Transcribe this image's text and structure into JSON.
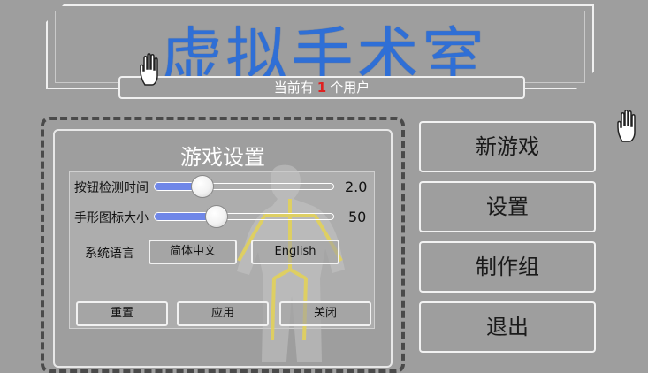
{
  "header": {
    "title": "虚拟手术室",
    "user_count_prefix": "当前有",
    "user_count": "1",
    "user_count_suffix": "个用户"
  },
  "settings": {
    "title": "游戏设置",
    "button_detect_time": {
      "label": "按钮检测时间",
      "value": "2.0",
      "fraction": 0.27
    },
    "hand_icon_size": {
      "label": "手形图标大小",
      "value": "50",
      "fraction": 0.36
    },
    "language": {
      "label": "系统语言",
      "options": [
        "简体中文",
        "English"
      ]
    },
    "actions": {
      "reset": "重置",
      "apply": "应用",
      "close": "关闭"
    }
  },
  "menu": {
    "items": [
      "新游戏",
      "设置",
      "制作组",
      "退出"
    ]
  },
  "colors": {
    "title": "#2f6fd6",
    "user_count": "#e02020",
    "slider_fill": "#6f87e8",
    "background": "#9e9e9e"
  },
  "icons": [
    "hand-cursor-icon"
  ]
}
